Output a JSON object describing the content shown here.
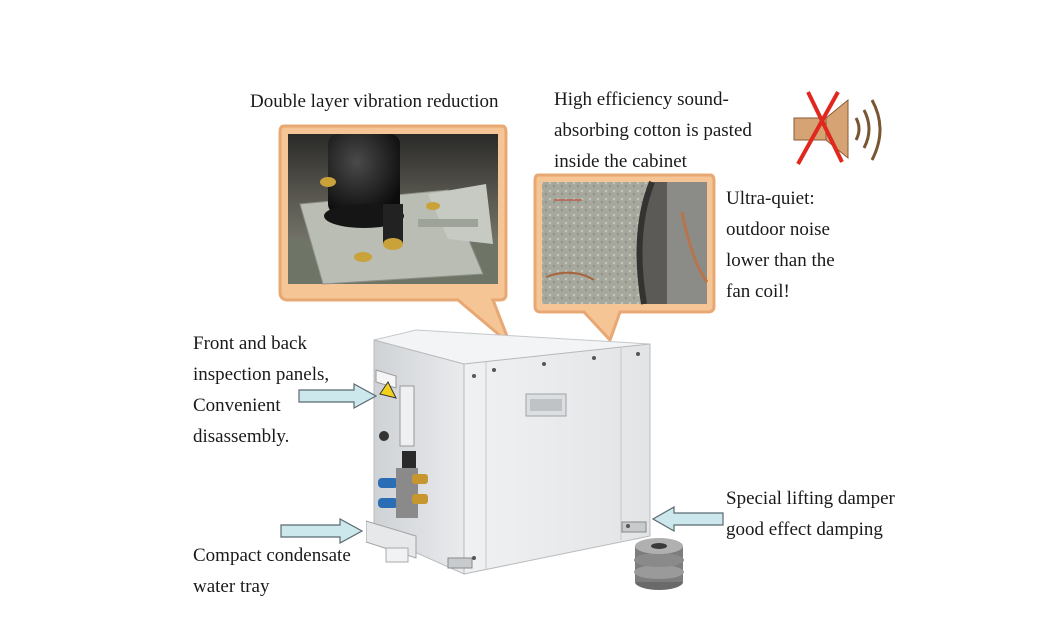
{
  "labels": {
    "vibration": "Double layer vibration reduction",
    "cotton": [
      "High efficiency sound-",
      "absorbing cotton is pasted",
      "inside the cabinet"
    ],
    "quiet": [
      "Ultra-quiet:",
      "outdoor noise",
      "lower than the",
      "fan coil!"
    ],
    "panels": [
      "Front and back",
      "inspection panels,",
      "Convenient",
      "disassembly."
    ],
    "damper": [
      "Special lifting damper",
      "good effect damping"
    ],
    "tray": [
      "Compact condensate",
      "water tray"
    ]
  },
  "icons": [
    "muted-speaker-icon",
    "arrow-right-icon",
    "warning-icon"
  ],
  "colors": {
    "callout_border": "#e8a874",
    "callout_fill": "#f6c596",
    "arrow_fill": "#cde8ec",
    "mute_cross": "#e0281e",
    "speaker": "#d6a374"
  }
}
